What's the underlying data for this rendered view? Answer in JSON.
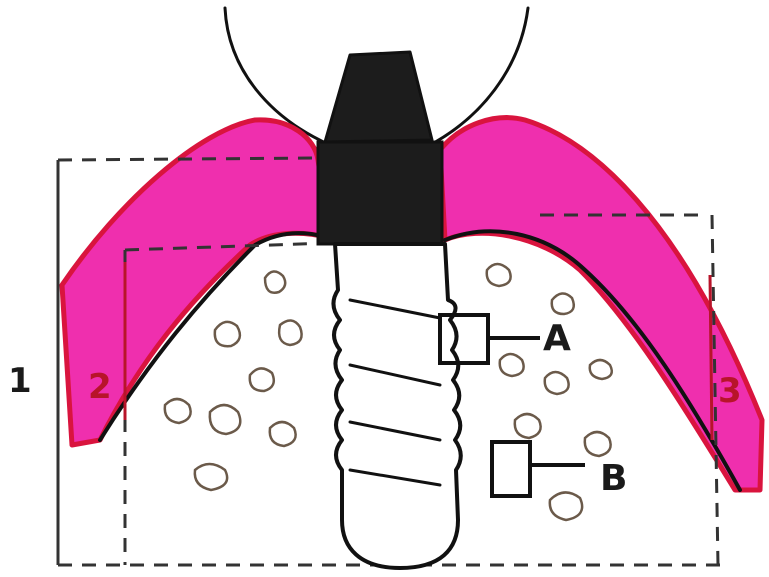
{
  "diagram": {
    "labels": {
      "one": "1",
      "two": "2",
      "three": "3",
      "a": "A",
      "b": "B"
    },
    "colors": {
      "gingiva_fill": "#ef2fae",
      "gingiva_edge": "#d9143e",
      "abutment": "#1c1c1c",
      "outline": "#111111",
      "dashed": "#333333",
      "marker_red": "#b8142a",
      "background": "#ffffff"
    },
    "icons": {
      "implant": "dental-implant-icon",
      "abutment": "abutment-icon",
      "bone_particle": "bone-particle-icon"
    }
  }
}
